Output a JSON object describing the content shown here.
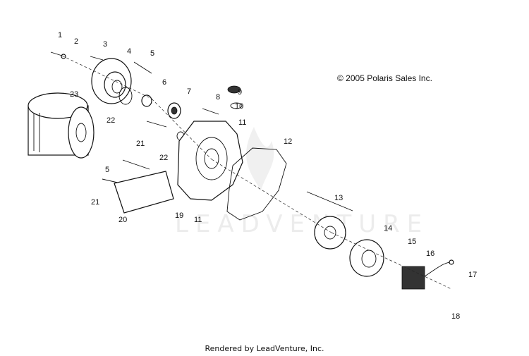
{
  "copyright": "© 2005 Polaris Sales Inc.",
  "footer": "Rendered by LeadVenture, Inc.",
  "watermark": "LEADVENTURE",
  "callouts": [
    "1",
    "2",
    "3",
    "4",
    "5",
    "6",
    "7",
    "8",
    "9",
    "10",
    "11",
    "12",
    "13",
    "14",
    "15",
    "16",
    "17",
    "18",
    "19",
    "20",
    "21",
    "22",
    "23",
    "5",
    "21",
    "22",
    "11"
  ]
}
